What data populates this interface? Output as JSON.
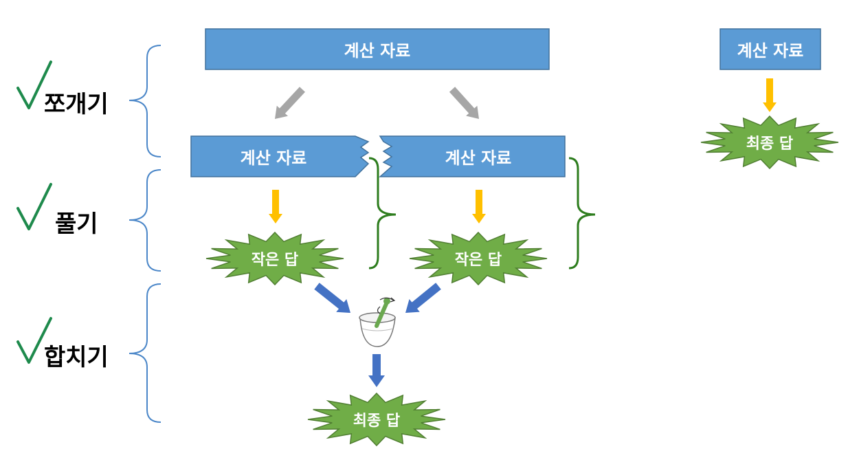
{
  "stages": {
    "split": "쪼개기",
    "solve": "풀기",
    "merge": "합치기"
  },
  "boxes": {
    "main_top": "계산 자료",
    "half_left": "계산 자료",
    "half_right": "계산 자료",
    "right_top": "계산 자료"
  },
  "answers": {
    "small_left": "작은 답",
    "small_right": "작은 답",
    "final_bottom": "최종 답",
    "final_right": "최종 답"
  },
  "colors": {
    "box_fill": "#5b9bd5",
    "box_stroke": "#41719c",
    "star_fill": "#70ad47",
    "star_stroke": "#507e32",
    "check": "#1e8a4c",
    "brace_stage": "#4a86c8",
    "brace_group": "#2e7d1e",
    "arrow_gray": "#a6a6a6",
    "arrow_yellow": "#ffc000",
    "arrow_blue": "#4472c4"
  },
  "icons": [
    "check-icon",
    "mortar-pestle-icon"
  ]
}
